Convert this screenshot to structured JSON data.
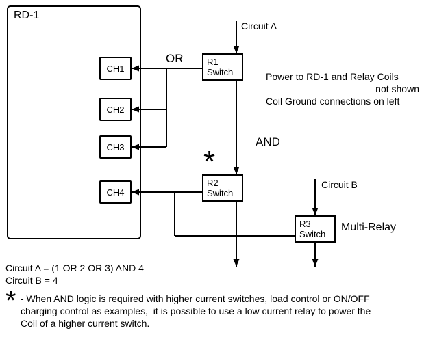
{
  "diagram": {
    "rd1_label": "RD-1",
    "channels": [
      {
        "label": "CH1"
      },
      {
        "label": "CH2"
      },
      {
        "label": "CH3"
      },
      {
        "label": "CH4"
      }
    ],
    "switches": [
      {
        "name": "R1",
        "type": "Switch"
      },
      {
        "name": "R2",
        "type": "Switch"
      },
      {
        "name": "R3",
        "type": "Switch"
      }
    ],
    "labels": {
      "circuit_a": "Circuit A",
      "circuit_b": "Circuit B",
      "or": "OR",
      "and": "AND",
      "asterisk": "*",
      "multi_relay": "Multi-Relay"
    },
    "power_note": {
      "line1": "Power to RD-1 and Relay Coils",
      "line2": "not shown",
      "line3": "Coil Ground connections on left"
    }
  },
  "footer": {
    "circuit_a_equation": "Circuit A = (1 OR 2 OR 3) AND 4",
    "circuit_b_equation": "Circuit B = 4",
    "asterisk": "*",
    "note_lines": [
      "- When AND logic is required with higher current switches, load control or ON/OFF",
      "charging control as examples,  it is possible to use a low current relay to power the",
      "Coil of a higher current switch."
    ]
  },
  "colors": {
    "line": "#000000",
    "background": "#ffffff",
    "text": "#000000"
  }
}
